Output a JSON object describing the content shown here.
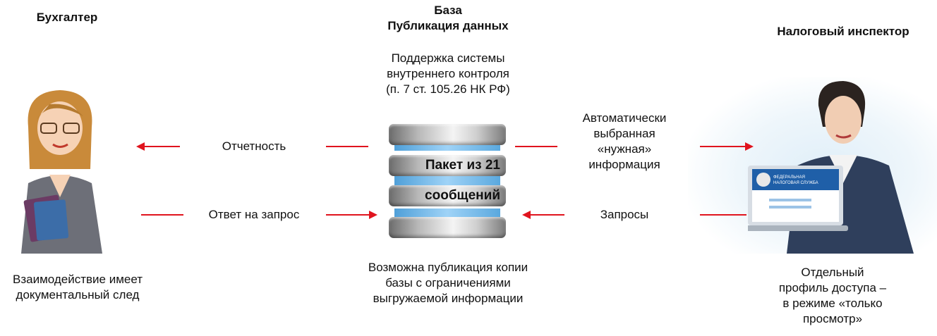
{
  "accountant": {
    "title": "Бухгалтер",
    "caption_lines": [
      "Взаимодействие имеет",
      "документальный след"
    ]
  },
  "center": {
    "title_lines": [
      "База",
      "Публикация данных"
    ],
    "support_lines": [
      "Поддержка системы",
      "внутреннего контроля",
      "(п. 7 ст. 105.26 НК РФ)"
    ],
    "db_lines": [
      "Пакет из 21",
      "сообщений"
    ],
    "caption_lines": [
      "Возможна публикация копии",
      "базы с ограничениями",
      "выгружаемой информации"
    ]
  },
  "inspector": {
    "title": "Налоговый инспектор",
    "laptop_logo_text": "ФЕДЕРАЛЬНАЯ НАЛОГОВАЯ СЛУЖБА",
    "caption_lines": [
      "Отдельный",
      "профиль доступа –",
      "в режиме «только",
      "просмотр»"
    ]
  },
  "flows": {
    "reporting": "Отчетность",
    "response": "Ответ на запрос",
    "auto_info_lines": [
      "Автоматически",
      "выбранная",
      "«нужная»",
      "информация"
    ],
    "requests": "Запросы"
  },
  "colors": {
    "arrow": "#e0141e",
    "db_band": "#7cc0ee"
  }
}
